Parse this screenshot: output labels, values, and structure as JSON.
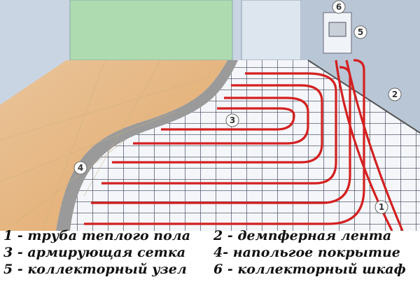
{
  "callouts": [
    "1",
    "2",
    "3",
    "4",
    "5",
    "6"
  ],
  "legend": [
    {
      "left": "1 - труба теплого пола",
      "right": "2 - демпферная лента"
    },
    {
      "left": "3 - армирующая сетка",
      "right": "4- напольгое покрытие"
    },
    {
      "left": "5 - коллекторный узел",
      "right": "6 - коллекторный шкаф"
    }
  ],
  "colors": {
    "pipe": "#d42020",
    "wall": "#c9d5e2",
    "tile": "#e8b880",
    "screed": "#9a9a9a",
    "panel": "#a8d8a8"
  }
}
